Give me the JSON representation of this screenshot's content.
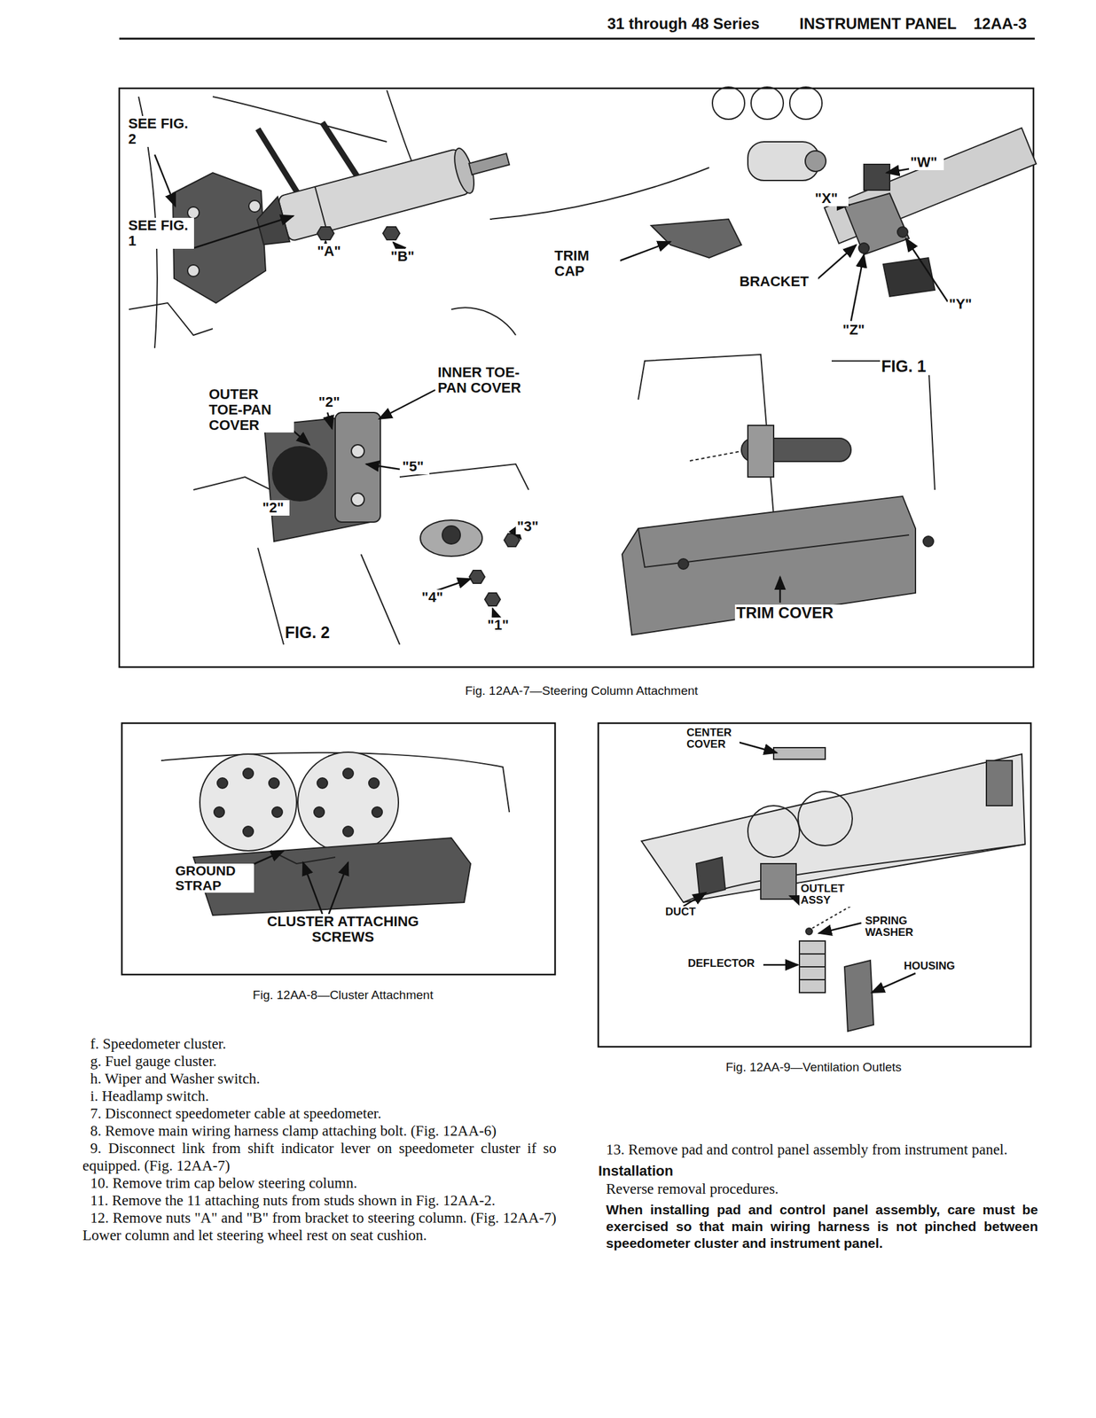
{
  "diagram": {
    "labels": [
      "31 through 48 Series",
      "INSTRUMENT PANEL",
      "12AA-3",
      "SEE FIG. 2",
      "SEE FIG. 1",
      "\"A\"",
      "\"B\"",
      "INNER TOE-PAN COVER",
      "OUTER TOE-PAN COVER",
      "\"2\"",
      "\"5\"",
      "\"2\"",
      "\"3\"",
      "\"4\"",
      "\"1\"",
      "FIG. 2",
      "TRIM CAP",
      "\"W\"",
      "\"X\"",
      "BRACKET",
      "\"Z\"",
      "\"Y\"",
      "FIG. 1",
      "TRIM COVER",
      "Fig. 12AA-7—Steering Column Attachment",
      "GROUND STRAP",
      "CLUSTER ATTACHING SCREWS",
      "Fig. 12AA-8—Cluster Attachment",
      "CENTER COVER",
      "OUTLET ASSY",
      "DUCT",
      "SPRING WASHER",
      "DEFLECTOR",
      "HOUSING",
      "Fig. 12AA-9—Ventilation Outlets",
      "f. Speedometer cluster.",
      "g. Fuel gauge cluster.",
      "h. Wiper and Washer switch.",
      "i. Headlamp switch.",
      "7. Disconnect speedometer cable at speedometer.",
      "8. Remove main wiring harness clamp attaching bolt. (Fig. 12AA-6)",
      "9. Disconnect link from shift indicator lever on speedometer cluster if so equipped. (Fig. 12AA-7)",
      "10. Remove trim cap below steering column.",
      "11. Remove the 11 attaching nuts from studs shown in Fig. 12AA-2.",
      "12. Remove nuts \"A\" and \"B\" from bracket to steering column. (Fig. 12AA-7) Lower column and let steering wheel rest on seat cushion.",
      "13. Remove pad and control panel assembly from instrument panel.",
      "Installation",
      "Reverse removal procedures.",
      "When installing pad and control panel assembly, care must be exercised so that main wiring harness is not pinched between speedometer cluster and instrument panel."
    ]
  }
}
